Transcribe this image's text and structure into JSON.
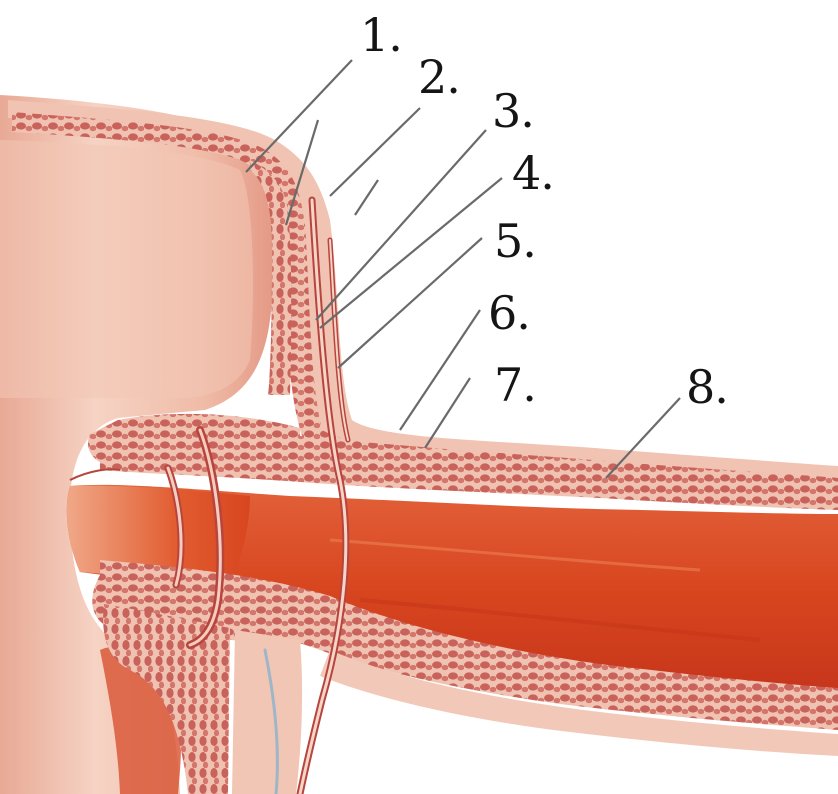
{
  "diagram": {
    "labels": [
      "1.",
      "2.",
      "3.",
      "4.",
      "5.",
      "6.",
      "7.",
      "8."
    ]
  },
  "colors": {
    "background": "#ffffff",
    "lumen": "#d84a22",
    "lumen_dark": "#b8321a",
    "wall_light": "#f3d2c2",
    "wall_pink": "#e6a08c",
    "gland_beads": "#c9665e",
    "vessel": "#b7453e",
    "leader_line": "#6a6a6a",
    "label_text": "#151515"
  }
}
